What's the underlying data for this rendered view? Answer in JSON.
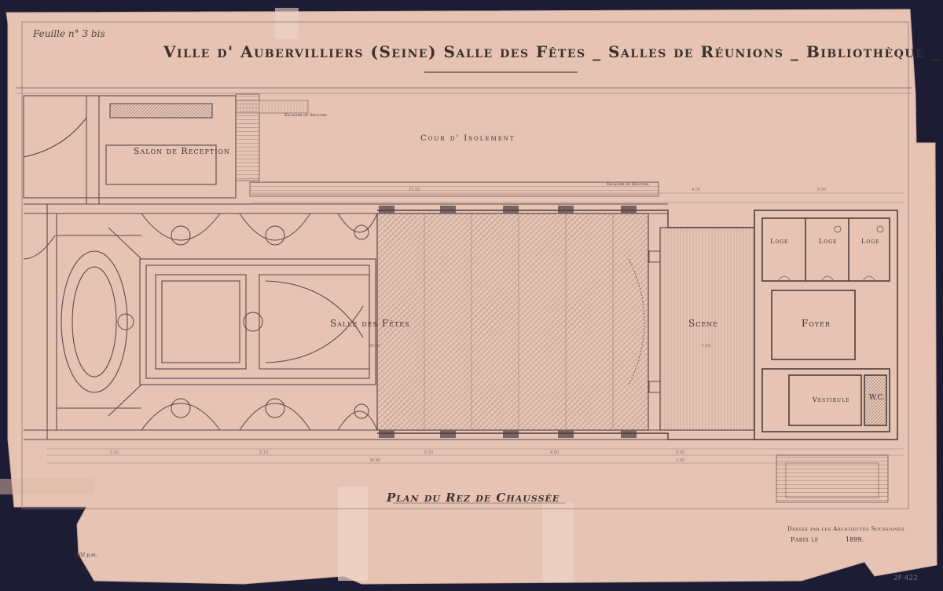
{
  "sheet": {
    "number_label": "Feuille n° 3 bis",
    "title": "Ville d' Aubervilliers (Seine) Salle des Fêtes _ Salles de Réunions _ Bibliothèque _",
    "subtitle": "Plan du Rez de Chaussée"
  },
  "rooms": {
    "salon": "Salon de Reception",
    "cour": "Cour d' Isolement",
    "salle": "Salle des Fêtes",
    "scene": "Scene",
    "foyer": "Foyer",
    "loge": "Loge",
    "vestibule": "Vestibule",
    "wc": "W.C.",
    "escalier": "Escalier de Secours"
  },
  "signature": {
    "architects": "Dressé par les Architectes Soussignés",
    "place": "Paris le",
    "year": "1899."
  },
  "scale_note": "0.02 p.m.",
  "catalog_ref": "2F 422",
  "colors": {
    "paper": "#e6c3b2",
    "ink": "#4a4044",
    "background": "#1c1d35"
  }
}
